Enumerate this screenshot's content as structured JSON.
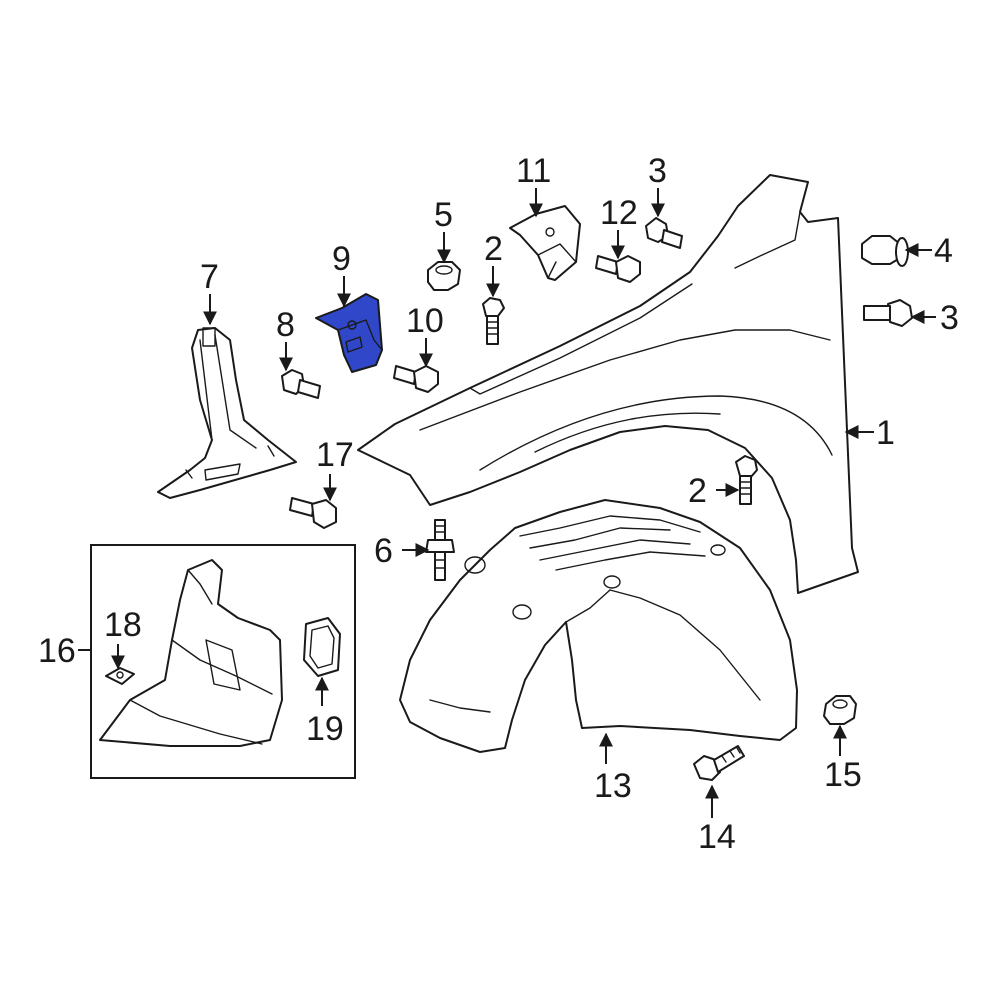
{
  "callouts": {
    "c1": "1",
    "c2a": "2",
    "c2b": "2",
    "c3a": "3",
    "c3b": "3",
    "c4": "4",
    "c5": "5",
    "c6": "6",
    "c7": "7",
    "c8": "8",
    "c9": "9",
    "c10": "10",
    "c11": "11",
    "c12": "12",
    "c13": "13",
    "c14": "14",
    "c15": "15",
    "c16": "16",
    "c17": "17",
    "c18": "18",
    "c19": "19"
  },
  "colors": {
    "highlight_part": "#2f47c8",
    "line": "#1a1a1a",
    "background": "#ffffff"
  },
  "highlighted_part": "9"
}
